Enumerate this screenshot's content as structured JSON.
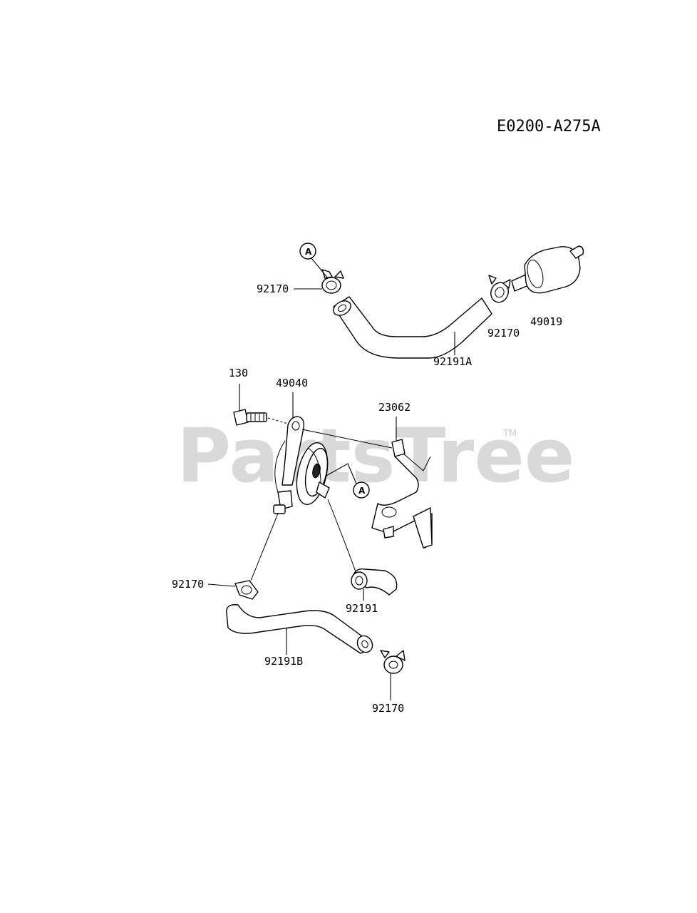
{
  "diagram_code": "E0200-A275A",
  "watermark": {
    "text": "PartsTree",
    "trademark": "TM"
  },
  "callouts": {
    "a_top": "A",
    "a_mid": "A"
  },
  "labels": {
    "clamp_top_left": "92170",
    "clamp_top_right": "92170",
    "hose_top": "92191A",
    "fuel_filter": "49019",
    "bolt": "130",
    "fuel_pump": "49040",
    "bracket": "23062",
    "clamp_mid_left": "92170",
    "hose_mid": "92191",
    "hose_bottom": "92191B",
    "clamp_bottom": "92170"
  }
}
